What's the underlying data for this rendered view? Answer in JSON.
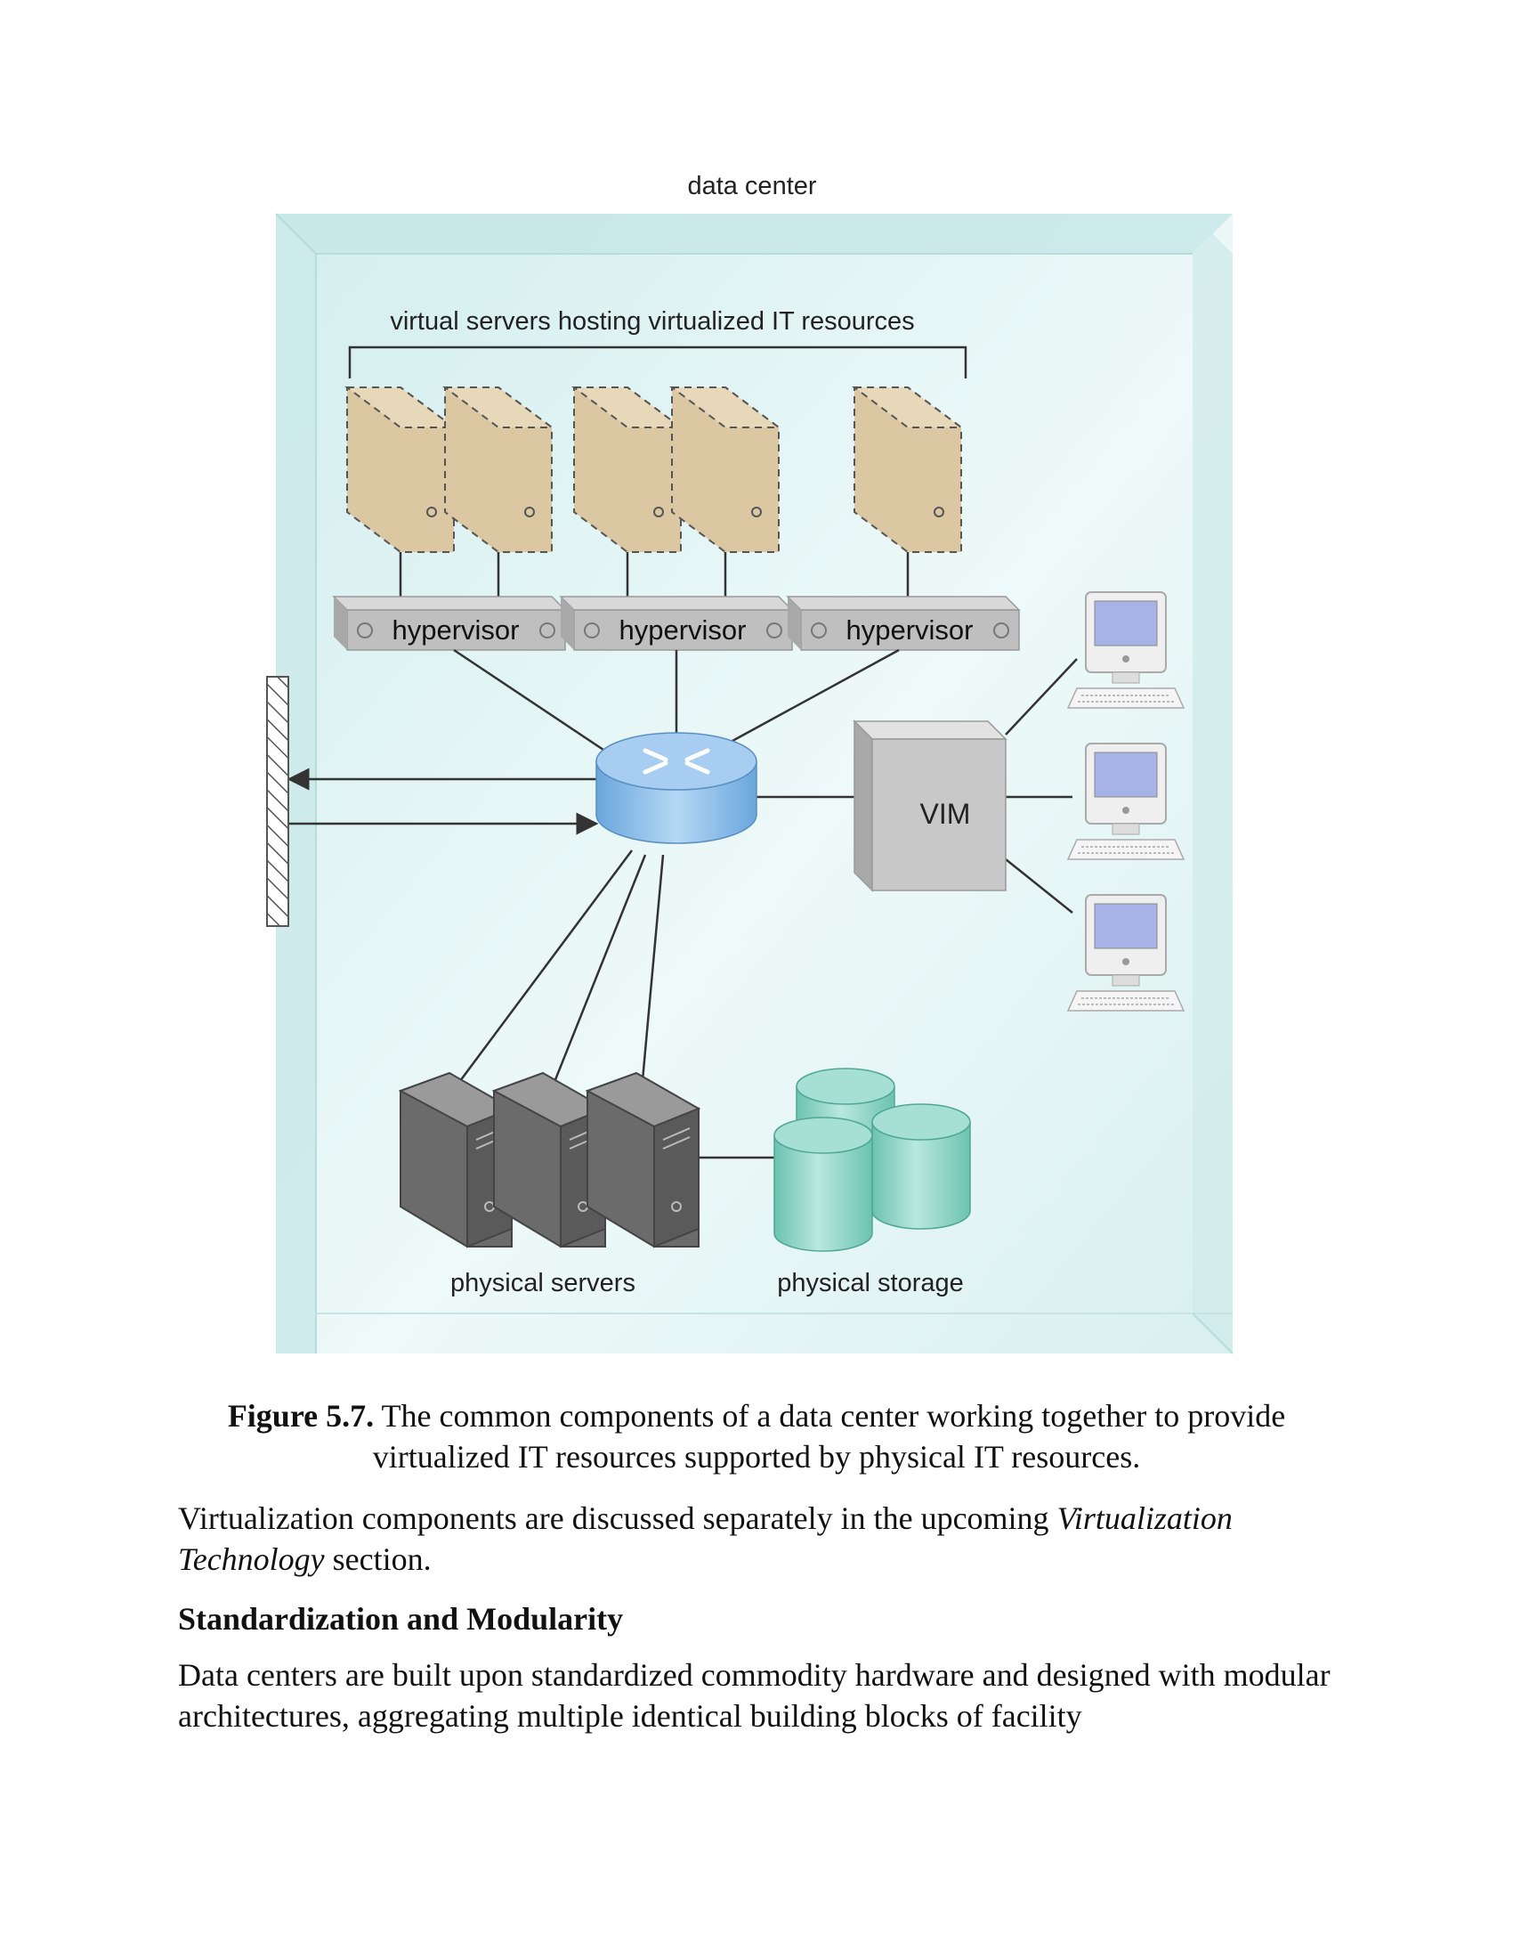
{
  "figure": {
    "labels": {
      "data_center": "data center",
      "virtual_servers": "virtual servers hosting virtualized IT resources",
      "hypervisor": "hypervisor",
      "vim": "VIM",
      "physical_servers": "physical servers",
      "physical_storage": "physical storage"
    },
    "colors": {
      "room_glass": "#d9f0f0",
      "virtual_server": "#dcc7a3",
      "hypervisor": "#bfbfbf",
      "router": "#8ec0ea",
      "vim_box": "#c8c8c8",
      "physical_server": "#6b6b6b",
      "storage": "#7fcfbf",
      "monitor_screen": "#a7b3e6"
    },
    "icons": [
      "virtual-server-icon",
      "hypervisor-icon",
      "router-icon",
      "vim-icon",
      "workstation-icon",
      "physical-server-icon",
      "storage-icon",
      "firewall-icon"
    ]
  },
  "caption": {
    "label": "Figure 5.7.",
    "text": " The common components of a data center working together to provide virtualized IT resources supported by physical IT resources."
  },
  "paragraph1": {
    "text_before": "Virtualization components are discussed separately in the upcoming ",
    "italic": "Virtualization Technology",
    "text_after": " section."
  },
  "heading": "Standardization and Modularity",
  "paragraph2": "Data centers are built upon standardized commodity hardware and designed with modular architectures, aggregating multiple identical building blocks of facility"
}
